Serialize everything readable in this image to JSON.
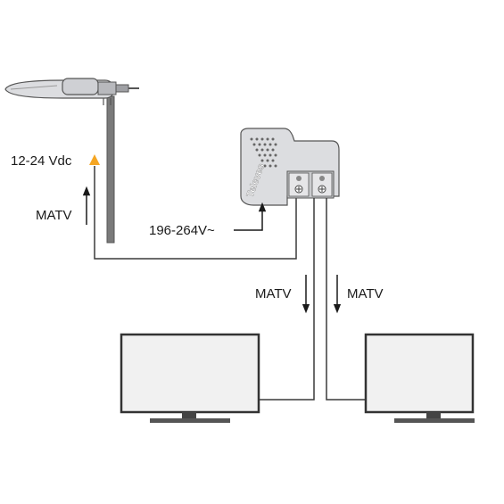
{
  "labels": {
    "dc_voltage": "12-24 Vdc",
    "matv_up": "MATV",
    "mains_voltage": "196-264V~",
    "matv_left": "MATV",
    "matv_right": "MATV"
  },
  "amplifier": {
    "brand": "Televes"
  },
  "colors": {
    "cable": "#3a3a3a",
    "mast": "#7a7a7a",
    "device_body": "#dcdde0",
    "screen": "#f1f1f1",
    "screen_border": "#333333",
    "power_arrow": "#f5a623"
  },
  "icons": {
    "antenna": "antenna-icon",
    "amplifier": "amplifier-icon",
    "tv": "tv-icon",
    "arrow": "arrow-icon"
  }
}
